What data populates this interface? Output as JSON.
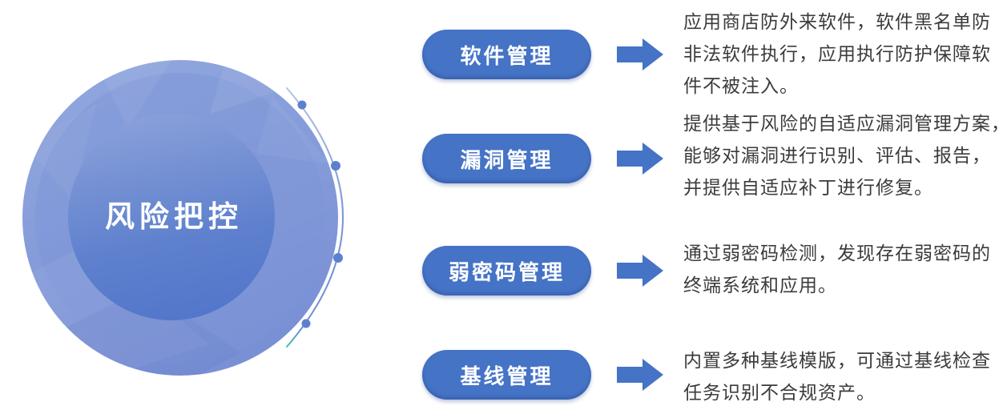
{
  "colors": {
    "accent_blue": "#4573c6",
    "circle_outer_light": "#92a8de",
    "circle_outer_deep": "#7a90d5",
    "circle_inner_top": "#8ba1da",
    "circle_inner_bottom": "#5477cb",
    "arc_line": "#7d97d7",
    "arc_tip_teal": "#3fc0ad",
    "dot_blue": "#5c80d0",
    "desc_text": "#3b3b3b"
  },
  "diagram": {
    "center_circle": {
      "label": "风险把控"
    },
    "rows": [
      {
        "pill": "软件管理",
        "desc_lines": [
          "应用商店防外来软件，软件黑名单防",
          "非法软件执行，应用执行防护保障软",
          "件不被注入。"
        ]
      },
      {
        "pill": "漏洞管理",
        "desc_lines": [
          "提供基于风险的自适应漏洞管理方案，",
          "能够对漏洞进行识别、评估、报告，",
          "并提供自适应补丁进行修复。"
        ]
      },
      {
        "pill": "弱密码管理",
        "desc_lines": [
          "通过弱密码检测，发现存在弱密码的",
          "终端系统和应用。"
        ]
      },
      {
        "pill": "基线管理",
        "desc_lines": [
          "内置多种基线模版，可通过基线检查",
          "任务识别不合规资产。"
        ]
      }
    ]
  }
}
